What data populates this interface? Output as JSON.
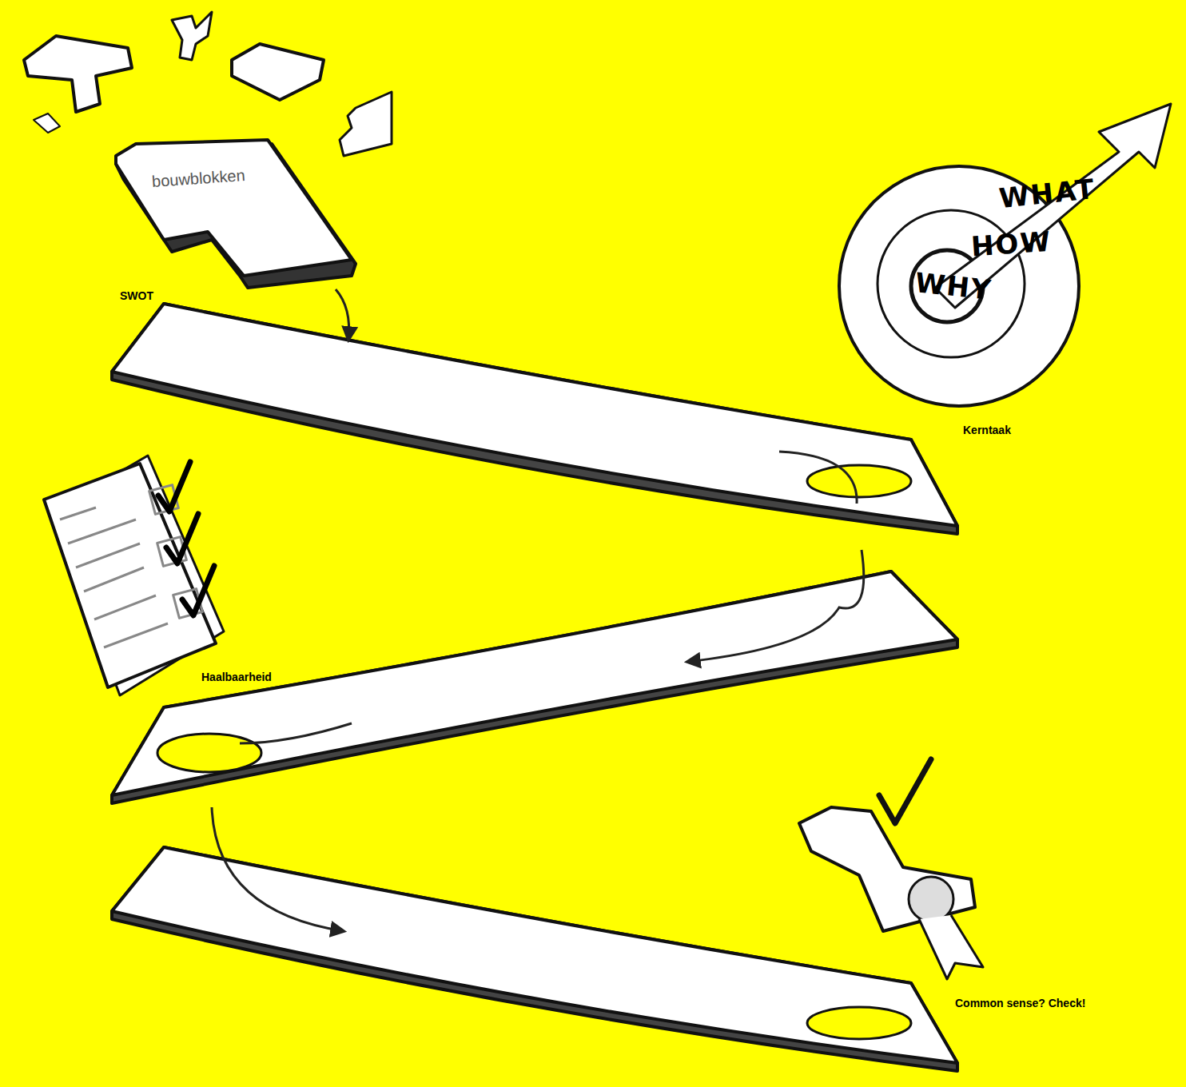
{
  "diagram": {
    "nodes": [
      {
        "text": [
          "bouwblokken"
        ]
      }
    ],
    "labels": [
      "SWOT",
      "WHAT",
      "HOW",
      "WHY",
      "Kerntaak",
      "Haalbaarheid",
      "Common sense? Check!"
    ]
  }
}
